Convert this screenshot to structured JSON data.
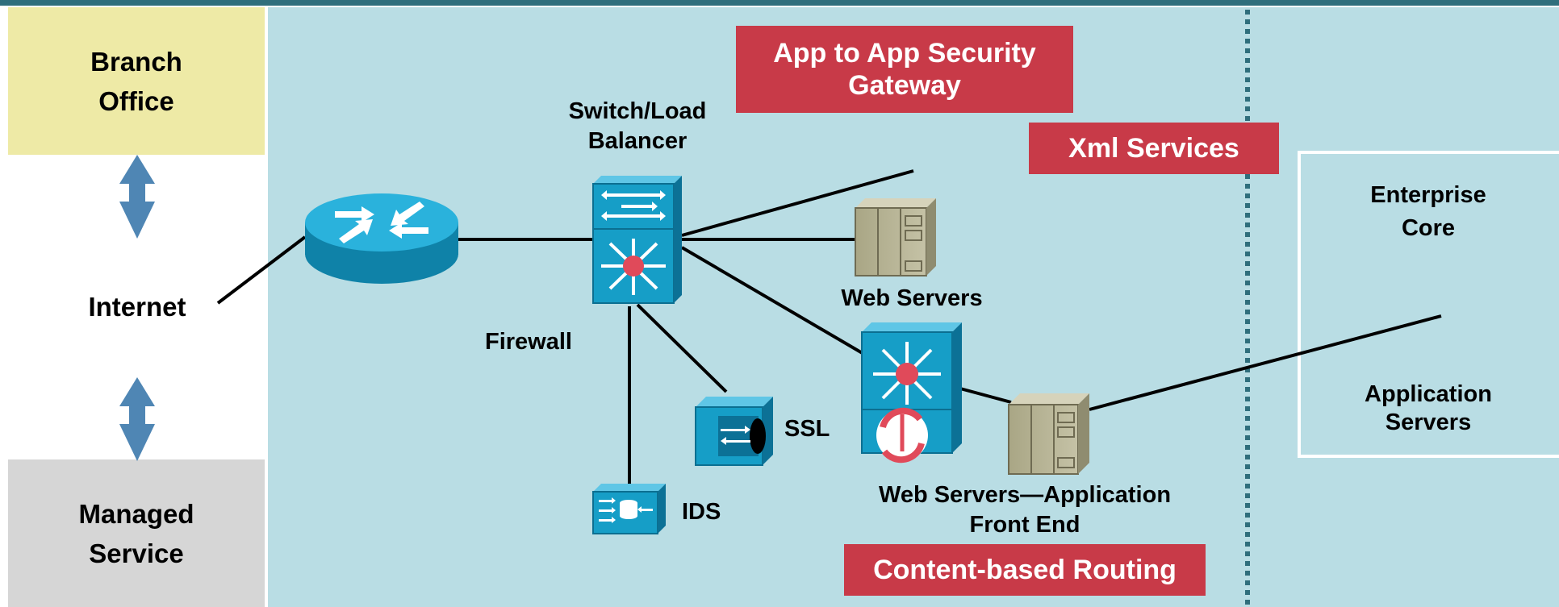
{
  "colors": {
    "top_bar": "#2f6e7c",
    "main_panel": "#b9dde4",
    "branch_box": "#eeeaa6",
    "managed_box": "#d6d6d6",
    "arrow": "#4f86b4",
    "callout": "#c83a48",
    "device_blue": "#169ec7",
    "server_tan": "#b5b191"
  },
  "left_column": {
    "branch_office": "Branch\nOffice",
    "internet": "Internet",
    "managed_service": "Managed\nService"
  },
  "devices": {
    "switch_load_balancer": "Switch/Load\nBalancer",
    "firewall": "Firewall",
    "web_servers": "Web Servers",
    "ssl": "SSL",
    "ids": "IDS",
    "web_servers_app_front_end": "Web Servers—Application\nFront End"
  },
  "callouts": {
    "app_to_app": "App to App Security\nGateway",
    "xml_services": "Xml Services",
    "content_routing": "Content-based Routing"
  },
  "right_panel": {
    "enterprise_core": "Enterprise\nCore",
    "application_servers": "Application\nServers"
  }
}
